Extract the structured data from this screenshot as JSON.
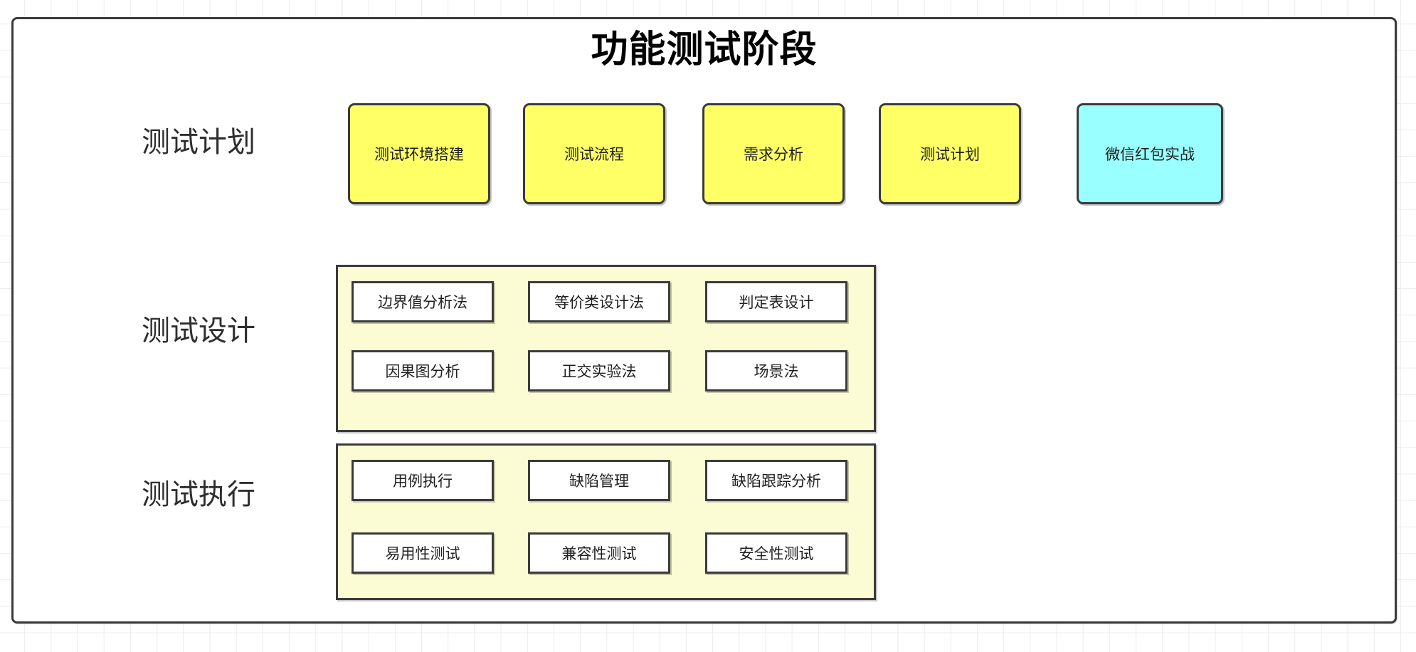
{
  "diagram": {
    "title": "功能测试阶段",
    "type": "hierarchy",
    "background": "grid-paper",
    "colors": {
      "card_yellow": "#ffff66",
      "card_cyan": "#99ffff",
      "panel_pale_yellow": "#fbfbd4",
      "item_white": "#ffffff",
      "border": "#3b3b3b",
      "grid_line": "#ececec",
      "text": "#1f1f1f"
    },
    "rows": [
      {
        "label": "测试计划",
        "style": "cards",
        "items": [
          {
            "label": "测试环境搭建",
            "color": "yellow"
          },
          {
            "label": "测试流程",
            "color": "yellow"
          },
          {
            "label": "需求分析",
            "color": "yellow"
          },
          {
            "label": "测试计划",
            "color": "yellow"
          },
          {
            "label": "微信红包实战",
            "color": "cyan"
          }
        ]
      },
      {
        "label": "测试设计",
        "style": "panel",
        "items": [
          {
            "label": "边界值分析法"
          },
          {
            "label": "等价类设计法"
          },
          {
            "label": "判定表设计"
          },
          {
            "label": "因果图分析"
          },
          {
            "label": "正交实验法"
          },
          {
            "label": "场景法"
          }
        ]
      },
      {
        "label": "测试执行",
        "style": "panel",
        "items": [
          {
            "label": "用例执行"
          },
          {
            "label": "缺陷管理"
          },
          {
            "label": "缺陷跟踪分析"
          },
          {
            "label": "易用性测试"
          },
          {
            "label": "兼容性测试"
          },
          {
            "label": "安全性测试"
          }
        ]
      }
    ]
  }
}
